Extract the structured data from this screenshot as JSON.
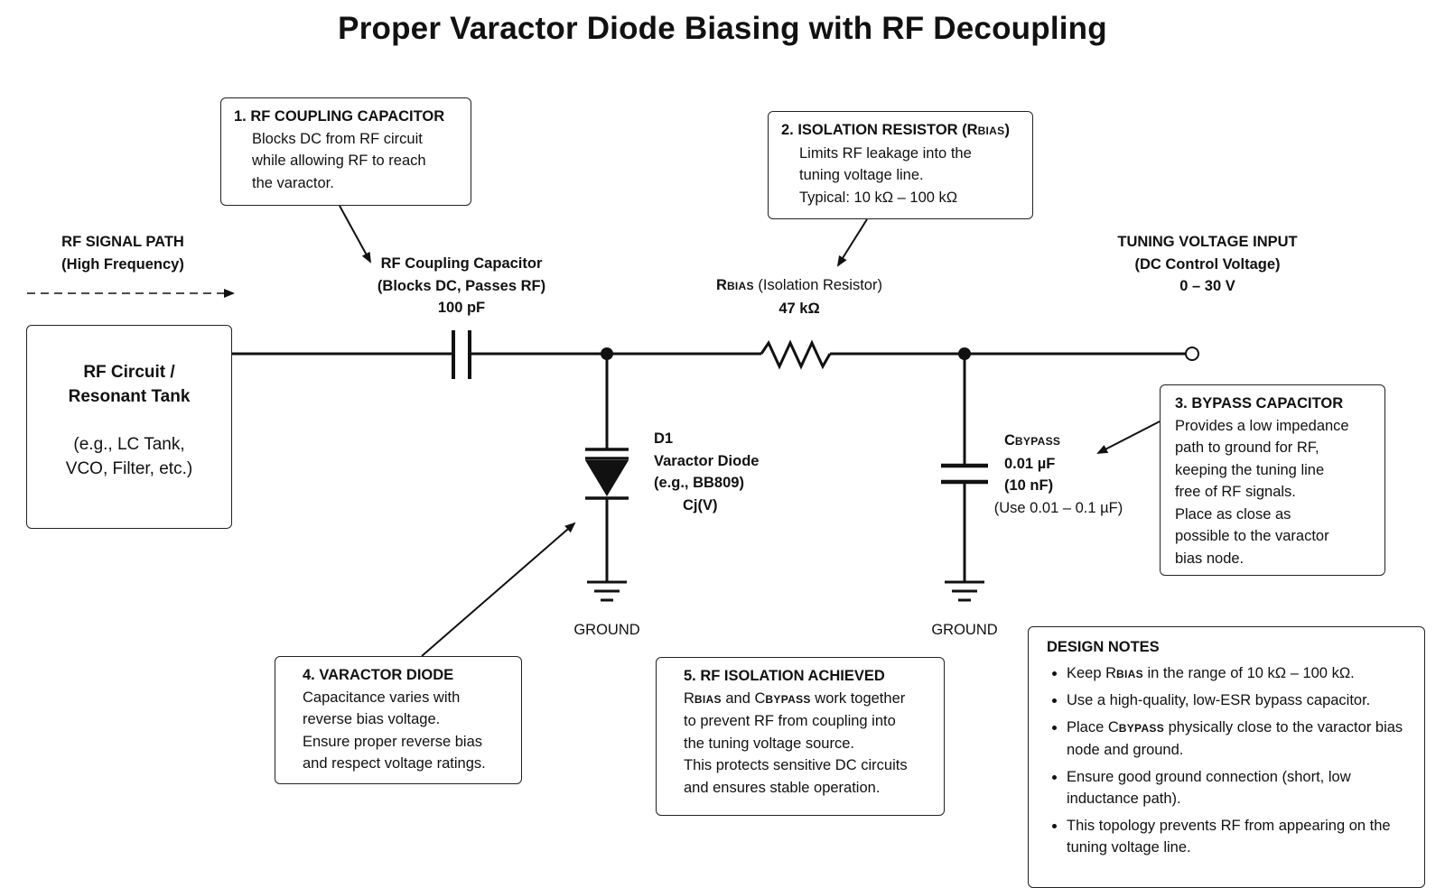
{
  "title": "Proper Varactor Diode Biasing with RF Decoupling",
  "rf_signal_path": {
    "line1": "RF SIGNAL PATH",
    "line2": "(High Frequency)"
  },
  "rf_circuit_box": {
    "line1": "RF Circuit /",
    "line2": "Resonant Tank",
    "line3": "(e.g., LC Tank,",
    "line4": "VCO, Filter, etc.)"
  },
  "coupling_cap": {
    "line1": "RF Coupling Capacitor",
    "line2": "(Blocks DC, Passes RF)",
    "value": "100 pF"
  },
  "rbias": {
    "sym_r": "R",
    "sym_sub": "BIAS",
    "desc": "(Isolation Resistor)",
    "value": "47 kΩ"
  },
  "tuning_input": {
    "line1": "TUNING VOLTAGE INPUT",
    "line2": "(DC Control Voltage)",
    "range": "0 – 30 V"
  },
  "diode": {
    "ref": "D1",
    "name": "Varactor Diode",
    "part": "(e.g., BB809)",
    "cap": "Cj(V)"
  },
  "bypass_cap": {
    "sym_c": "C",
    "sym_sub": "BYPASS",
    "value1": "0.01 µF",
    "value2": "(10 nF)",
    "note": "(Use 0.01 – 0.1 µF)"
  },
  "ground_labels": [
    "GROUND",
    "GROUND"
  ],
  "callout1": {
    "head": "1. RF COUPLING CAPACITOR",
    "lines": [
      "Blocks DC from RF circuit",
      "while allowing RF to reach",
      "the varactor."
    ]
  },
  "callout2": {
    "head_pre": "2. ISOLATION RESISTOR (R",
    "head_sub": "BIAS",
    "head_post": ")",
    "lines": [
      "Limits RF leakage into the",
      "tuning voltage line.",
      "Typical: 10 kΩ – 100 kΩ"
    ]
  },
  "callout3": {
    "head": "3. BYPASS CAPACITOR",
    "lines": [
      "Provides a low impedance",
      "path to ground for RF,",
      "keeping the tuning line",
      "free of RF signals.",
      "Place as close as",
      "possible to the varactor",
      "bias node."
    ]
  },
  "callout4": {
    "head": "4. VARACTOR DIODE",
    "lines": [
      "Capacitance varies with",
      "reverse bias voltage.",
      "Ensure proper reverse bias",
      "and respect voltage ratings."
    ]
  },
  "callout5": {
    "head": "5. RF ISOLATION ACHIEVED",
    "l1_r": "R",
    "l1_rsub": "BIAS",
    "l1_and": " and ",
    "l1_c": "C",
    "l1_csub": "BYPASS",
    "l1_post": " work together",
    "lines": [
      "to prevent RF from coupling into",
      "the tuning voltage source.",
      "This protects sensitive DC circuits",
      "and ensures stable operation."
    ]
  },
  "design_notes": {
    "head": "DESIGN NOTES",
    "n1_pre": "Keep R",
    "n1_sub": "BIAS",
    "n1_post": " in the range of 10 kΩ – 100 kΩ.",
    "n2": "Use a high-quality, low-ESR bypass capacitor.",
    "n3_pre": "Place C",
    "n3_sub": "BYPASS",
    "n3_post": " physically close to the varactor bias node and ground.",
    "n4": "Ensure good ground connection (short, low inductance path).",
    "n5": "This topology prevents RF from appearing on the tuning voltage line."
  }
}
